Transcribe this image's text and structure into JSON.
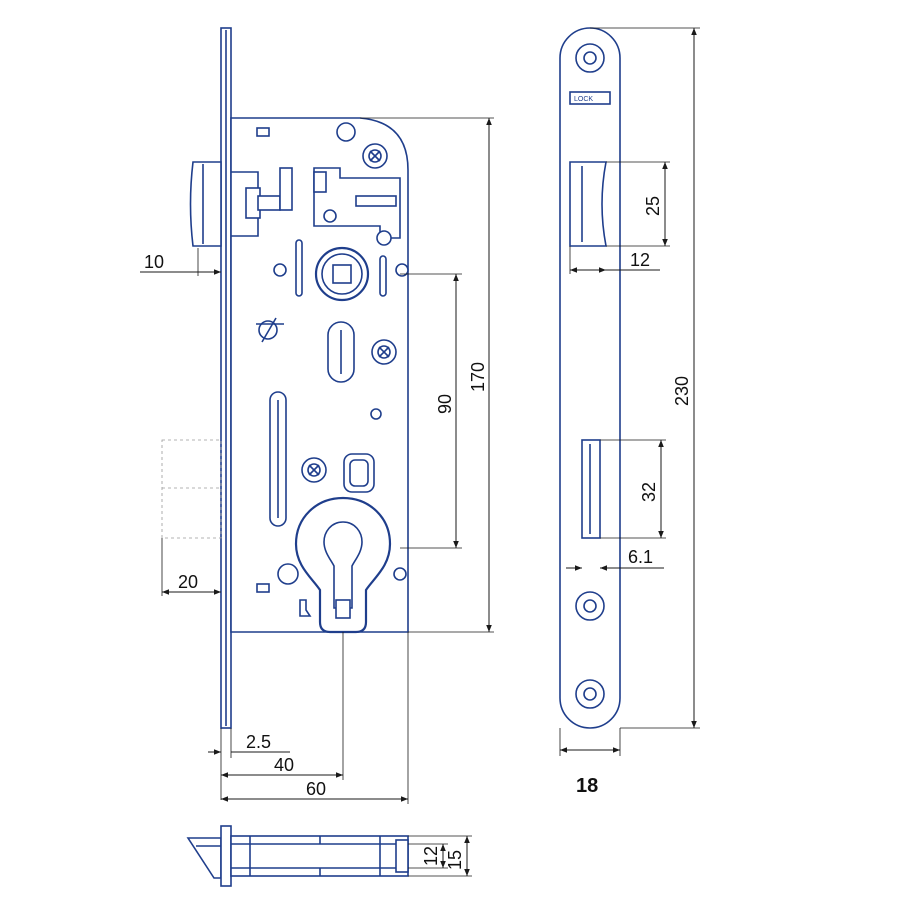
{
  "dimensions": {
    "backset_faceplate": "10",
    "latch_offset": "20",
    "plate_thickness": "2.5",
    "backset": "40",
    "case_depth": "60",
    "center_distance": "90",
    "case_height": "170",
    "latch_window_height": "25",
    "latch_window_width": "12",
    "bolt_window_height": "32",
    "bolt_window_width": "6.1",
    "faceplate_height": "230",
    "faceplate_width": "18",
    "body_thickness_inner": "12",
    "body_thickness_outer": "15"
  },
  "strike_plate_mark": "LOCK",
  "colors": {
    "line": "#1f3e8c",
    "dimension": "#1a1a1a",
    "background": "#ffffff"
  }
}
